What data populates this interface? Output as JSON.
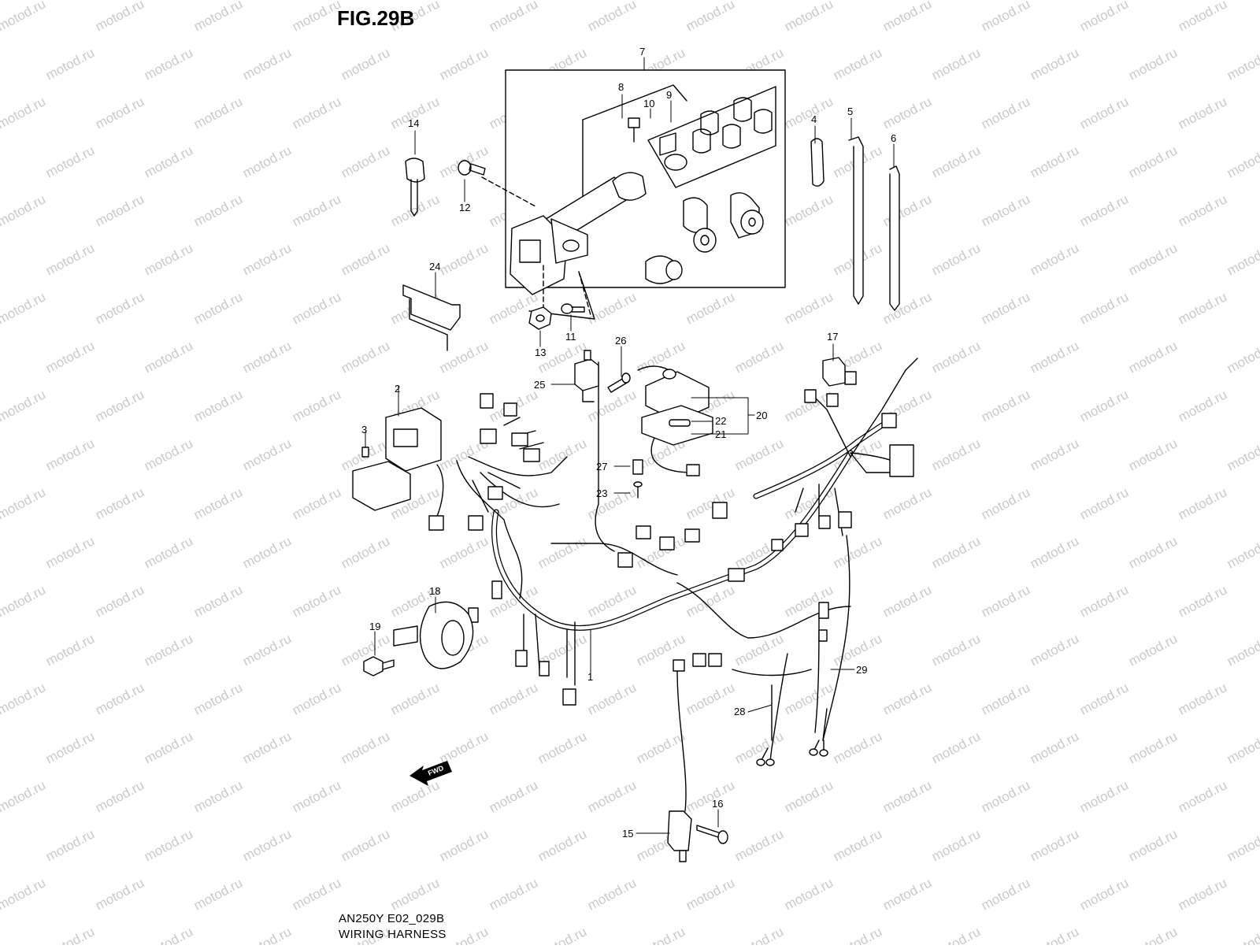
{
  "figure": {
    "title": "FIG.29B",
    "model_code": "AN250Y E02_029B",
    "name": "WIRING HARNESS",
    "watermark": "motod.ru",
    "fwd_label": "FWD"
  },
  "callouts": [
    "1",
    "2",
    "3",
    "4",
    "5",
    "6",
    "7",
    "8",
    "9",
    "10",
    "11",
    "12",
    "13",
    "14",
    "15",
    "16",
    "17",
    "18",
    "19",
    "20",
    "21",
    "22",
    "23",
    "24",
    "25",
    "26",
    "27",
    "28",
    "29"
  ],
  "colors": {
    "line": "#000000",
    "watermark": "#c9c9c9",
    "background": "#ffffff"
  }
}
